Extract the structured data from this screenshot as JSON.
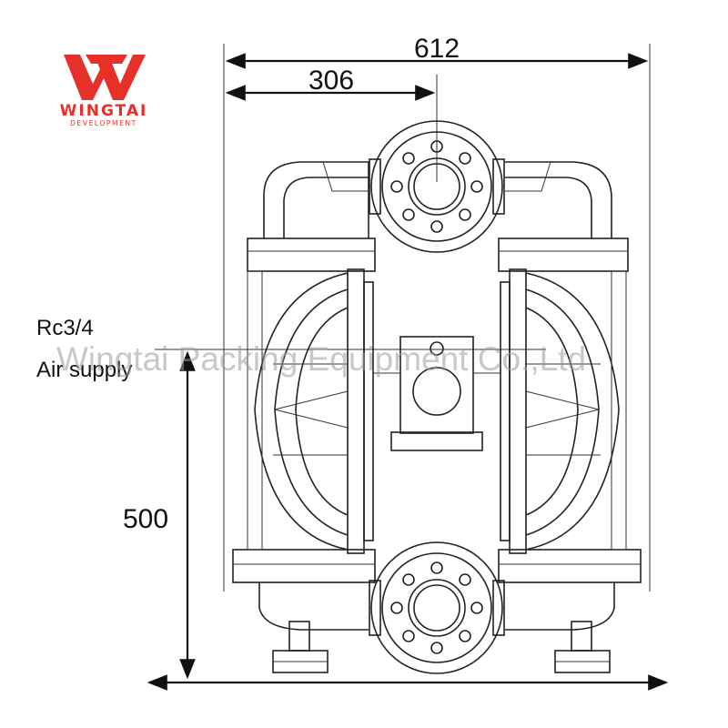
{
  "logo": {
    "brand": "WINGTAI",
    "sub": "DEVELOPMENT",
    "color": "#e8302a"
  },
  "watermark": {
    "text": "Wingtai Packing Equipment Co.,Ltd"
  },
  "dimensions": {
    "overall_width": "612",
    "half_width": "306",
    "height": "500"
  },
  "labels": {
    "air_line1": "Rc3/4",
    "air_line2": "Air supply"
  },
  "colors": {
    "line": "#222222",
    "logo_red": "#e8302a"
  }
}
